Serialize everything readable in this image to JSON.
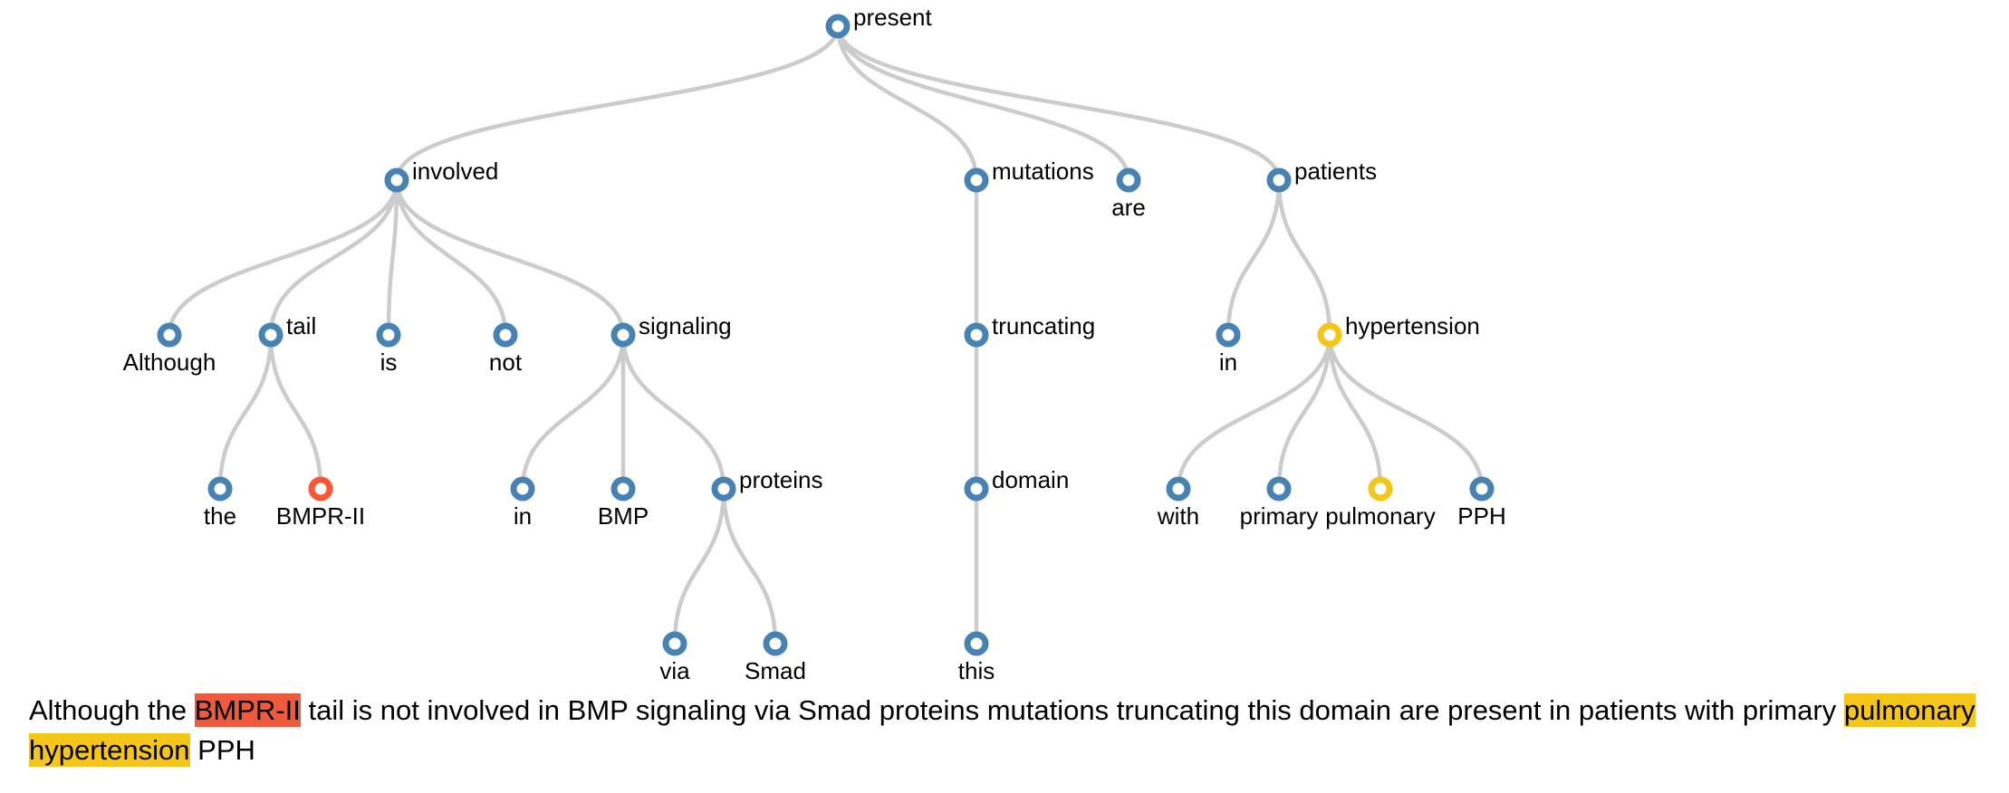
{
  "colors": {
    "node_default": "#4682b4",
    "node_gene": "#ff5733",
    "node_disease": "#f5c518",
    "highlight_gene": "#f05a3c",
    "highlight_disease": "#f5c518",
    "edge": "#cccccc"
  },
  "tree": {
    "nodes": [
      {
        "id": "n-present",
        "label": "present",
        "parent": null,
        "label_side": "right",
        "type": "default"
      },
      {
        "id": "n-involved",
        "label": "involved",
        "parent": "n-present",
        "label_side": "right",
        "type": "default"
      },
      {
        "id": "n-mutations",
        "label": "mutations",
        "parent": "n-present",
        "label_side": "right",
        "type": "default"
      },
      {
        "id": "n-are",
        "label": "are",
        "parent": "n-present",
        "label_side": "below",
        "type": "default"
      },
      {
        "id": "n-patients",
        "label": "patients",
        "parent": "n-present",
        "label_side": "right",
        "type": "default"
      },
      {
        "id": "n-although",
        "label": "Although",
        "parent": "n-involved",
        "label_side": "below",
        "type": "default"
      },
      {
        "id": "n-tail",
        "label": "tail",
        "parent": "n-involved",
        "label_side": "right",
        "type": "default"
      },
      {
        "id": "n-is",
        "label": "is",
        "parent": "n-involved",
        "label_side": "below",
        "type": "default"
      },
      {
        "id": "n-not",
        "label": "not",
        "parent": "n-involved",
        "label_side": "below",
        "type": "default"
      },
      {
        "id": "n-signaling",
        "label": "signaling",
        "parent": "n-involved",
        "label_side": "right",
        "type": "default"
      },
      {
        "id": "n-the",
        "label": "the",
        "parent": "n-tail",
        "label_side": "below",
        "type": "default"
      },
      {
        "id": "n-bmpr",
        "label": "BMPR-II",
        "parent": "n-tail",
        "label_side": "below",
        "type": "gene"
      },
      {
        "id": "n-in1",
        "label": "in",
        "parent": "n-signaling",
        "label_side": "below",
        "type": "default"
      },
      {
        "id": "n-bmp",
        "label": "BMP",
        "parent": "n-signaling",
        "label_side": "below",
        "type": "default"
      },
      {
        "id": "n-proteins",
        "label": "proteins",
        "parent": "n-signaling",
        "label_side": "right",
        "type": "default"
      },
      {
        "id": "n-via",
        "label": "via",
        "parent": "n-proteins",
        "label_side": "below",
        "type": "default"
      },
      {
        "id": "n-smad",
        "label": "Smad",
        "parent": "n-proteins",
        "label_side": "below",
        "type": "default"
      },
      {
        "id": "n-truncating",
        "label": "truncating",
        "parent": "n-mutations",
        "label_side": "right",
        "type": "default"
      },
      {
        "id": "n-domain",
        "label": "domain",
        "parent": "n-truncating",
        "label_side": "right",
        "type": "default"
      },
      {
        "id": "n-this",
        "label": "this",
        "parent": "n-domain",
        "label_side": "below",
        "type": "default"
      },
      {
        "id": "n-in2",
        "label": "in",
        "parent": "n-patients",
        "label_side": "below",
        "type": "default"
      },
      {
        "id": "n-hypertension",
        "label": "hypertension",
        "parent": "n-patients",
        "label_side": "right",
        "type": "disease"
      },
      {
        "id": "n-with",
        "label": "with",
        "parent": "n-hypertension",
        "label_side": "below",
        "type": "default"
      },
      {
        "id": "n-primary",
        "label": "primary",
        "parent": "n-hypertension",
        "label_side": "below",
        "type": "default"
      },
      {
        "id": "n-pulmonary",
        "label": "pulmonary",
        "parent": "n-hypertension",
        "label_side": "below",
        "type": "disease"
      },
      {
        "id": "n-pph",
        "label": "PPH",
        "parent": "n-hypertension",
        "label_side": "below",
        "type": "default"
      }
    ]
  },
  "sentence": {
    "tokens": [
      {
        "text": "Although",
        "type": "plain"
      },
      {
        "text": "the",
        "type": "plain"
      },
      {
        "text": "BMPR-II",
        "type": "gene"
      },
      {
        "text": "tail",
        "type": "plain"
      },
      {
        "text": "is",
        "type": "plain"
      },
      {
        "text": "not",
        "type": "plain"
      },
      {
        "text": "involved",
        "type": "plain"
      },
      {
        "text": "in",
        "type": "plain"
      },
      {
        "text": "BMP",
        "type": "plain"
      },
      {
        "text": "signaling",
        "type": "plain"
      },
      {
        "text": "via",
        "type": "plain"
      },
      {
        "text": "Smad",
        "type": "plain"
      },
      {
        "text": "proteins",
        "type": "plain"
      },
      {
        "text": "mutations",
        "type": "plain"
      },
      {
        "text": "truncating",
        "type": "plain"
      },
      {
        "text": "this",
        "type": "plain"
      },
      {
        "text": "domain",
        "type": "plain"
      },
      {
        "text": "are",
        "type": "plain"
      },
      {
        "text": "present",
        "type": "plain"
      },
      {
        "text": "in",
        "type": "plain"
      },
      {
        "text": "patients",
        "type": "plain"
      },
      {
        "text": "with",
        "type": "plain"
      },
      {
        "text": "primary",
        "type": "plain"
      },
      {
        "text": "pulmonary",
        "type": "disease"
      },
      {
        "text": "hypertension",
        "type": "disease"
      },
      {
        "text": "PPH",
        "type": "plain"
      }
    ]
  }
}
